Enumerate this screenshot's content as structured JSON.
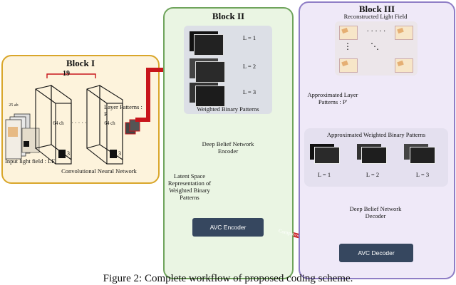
{
  "block1": {
    "title": "Block I",
    "cnn_top_number": "19",
    "ch_label_1": "64 ch",
    "ch_label_2": "64 ch",
    "dots": "· · · · ·",
    "kernel_1": "3",
    "kernel_2": "3",
    "views_label": "25 ab",
    "input_label": "Input light field : LF",
    "cnn_label": "Convolutional Neural Network",
    "layer_patterns_label": "Layer Patterns : P"
  },
  "block2": {
    "title": "Block II",
    "layers": [
      "L = 1",
      "L = 2",
      "L = 3"
    ],
    "wbp_label": "Weighted Binary Patterns",
    "dbn_encoder": "Deep Belief Network Encoder",
    "latent_label": "Latent Space Representation of Weighted Binary Patterns",
    "avc_encoder": "AVC Encoder"
  },
  "bitstream_label": "Compressed Bitstream",
  "block3": {
    "title": "Block III",
    "reconstructed_label": "Reconstructed Light Field",
    "dots_h": "· · · · ·",
    "dots_v": "⋮",
    "dots_d": "⋱",
    "approx_layer_label": "Approximated Layer Patterns : P'",
    "approx_wbp_label": "Approximated Weighted Binary Patterns",
    "layers": [
      "L = 1",
      "L = 2",
      "L = 3"
    ],
    "dbn_decoder": "Deep Belief Network Decoder",
    "avc_decoder": "AVC Decoder"
  },
  "caption": "Figure 2: Complete workflow of proposed coding scheme.",
  "colors": {
    "block1_border": "#d9a62a",
    "block2_border": "#6fa45c",
    "block3_border": "#8f7ec6",
    "arrow_red": "#c8151b",
    "box_navy": "#36475f"
  }
}
